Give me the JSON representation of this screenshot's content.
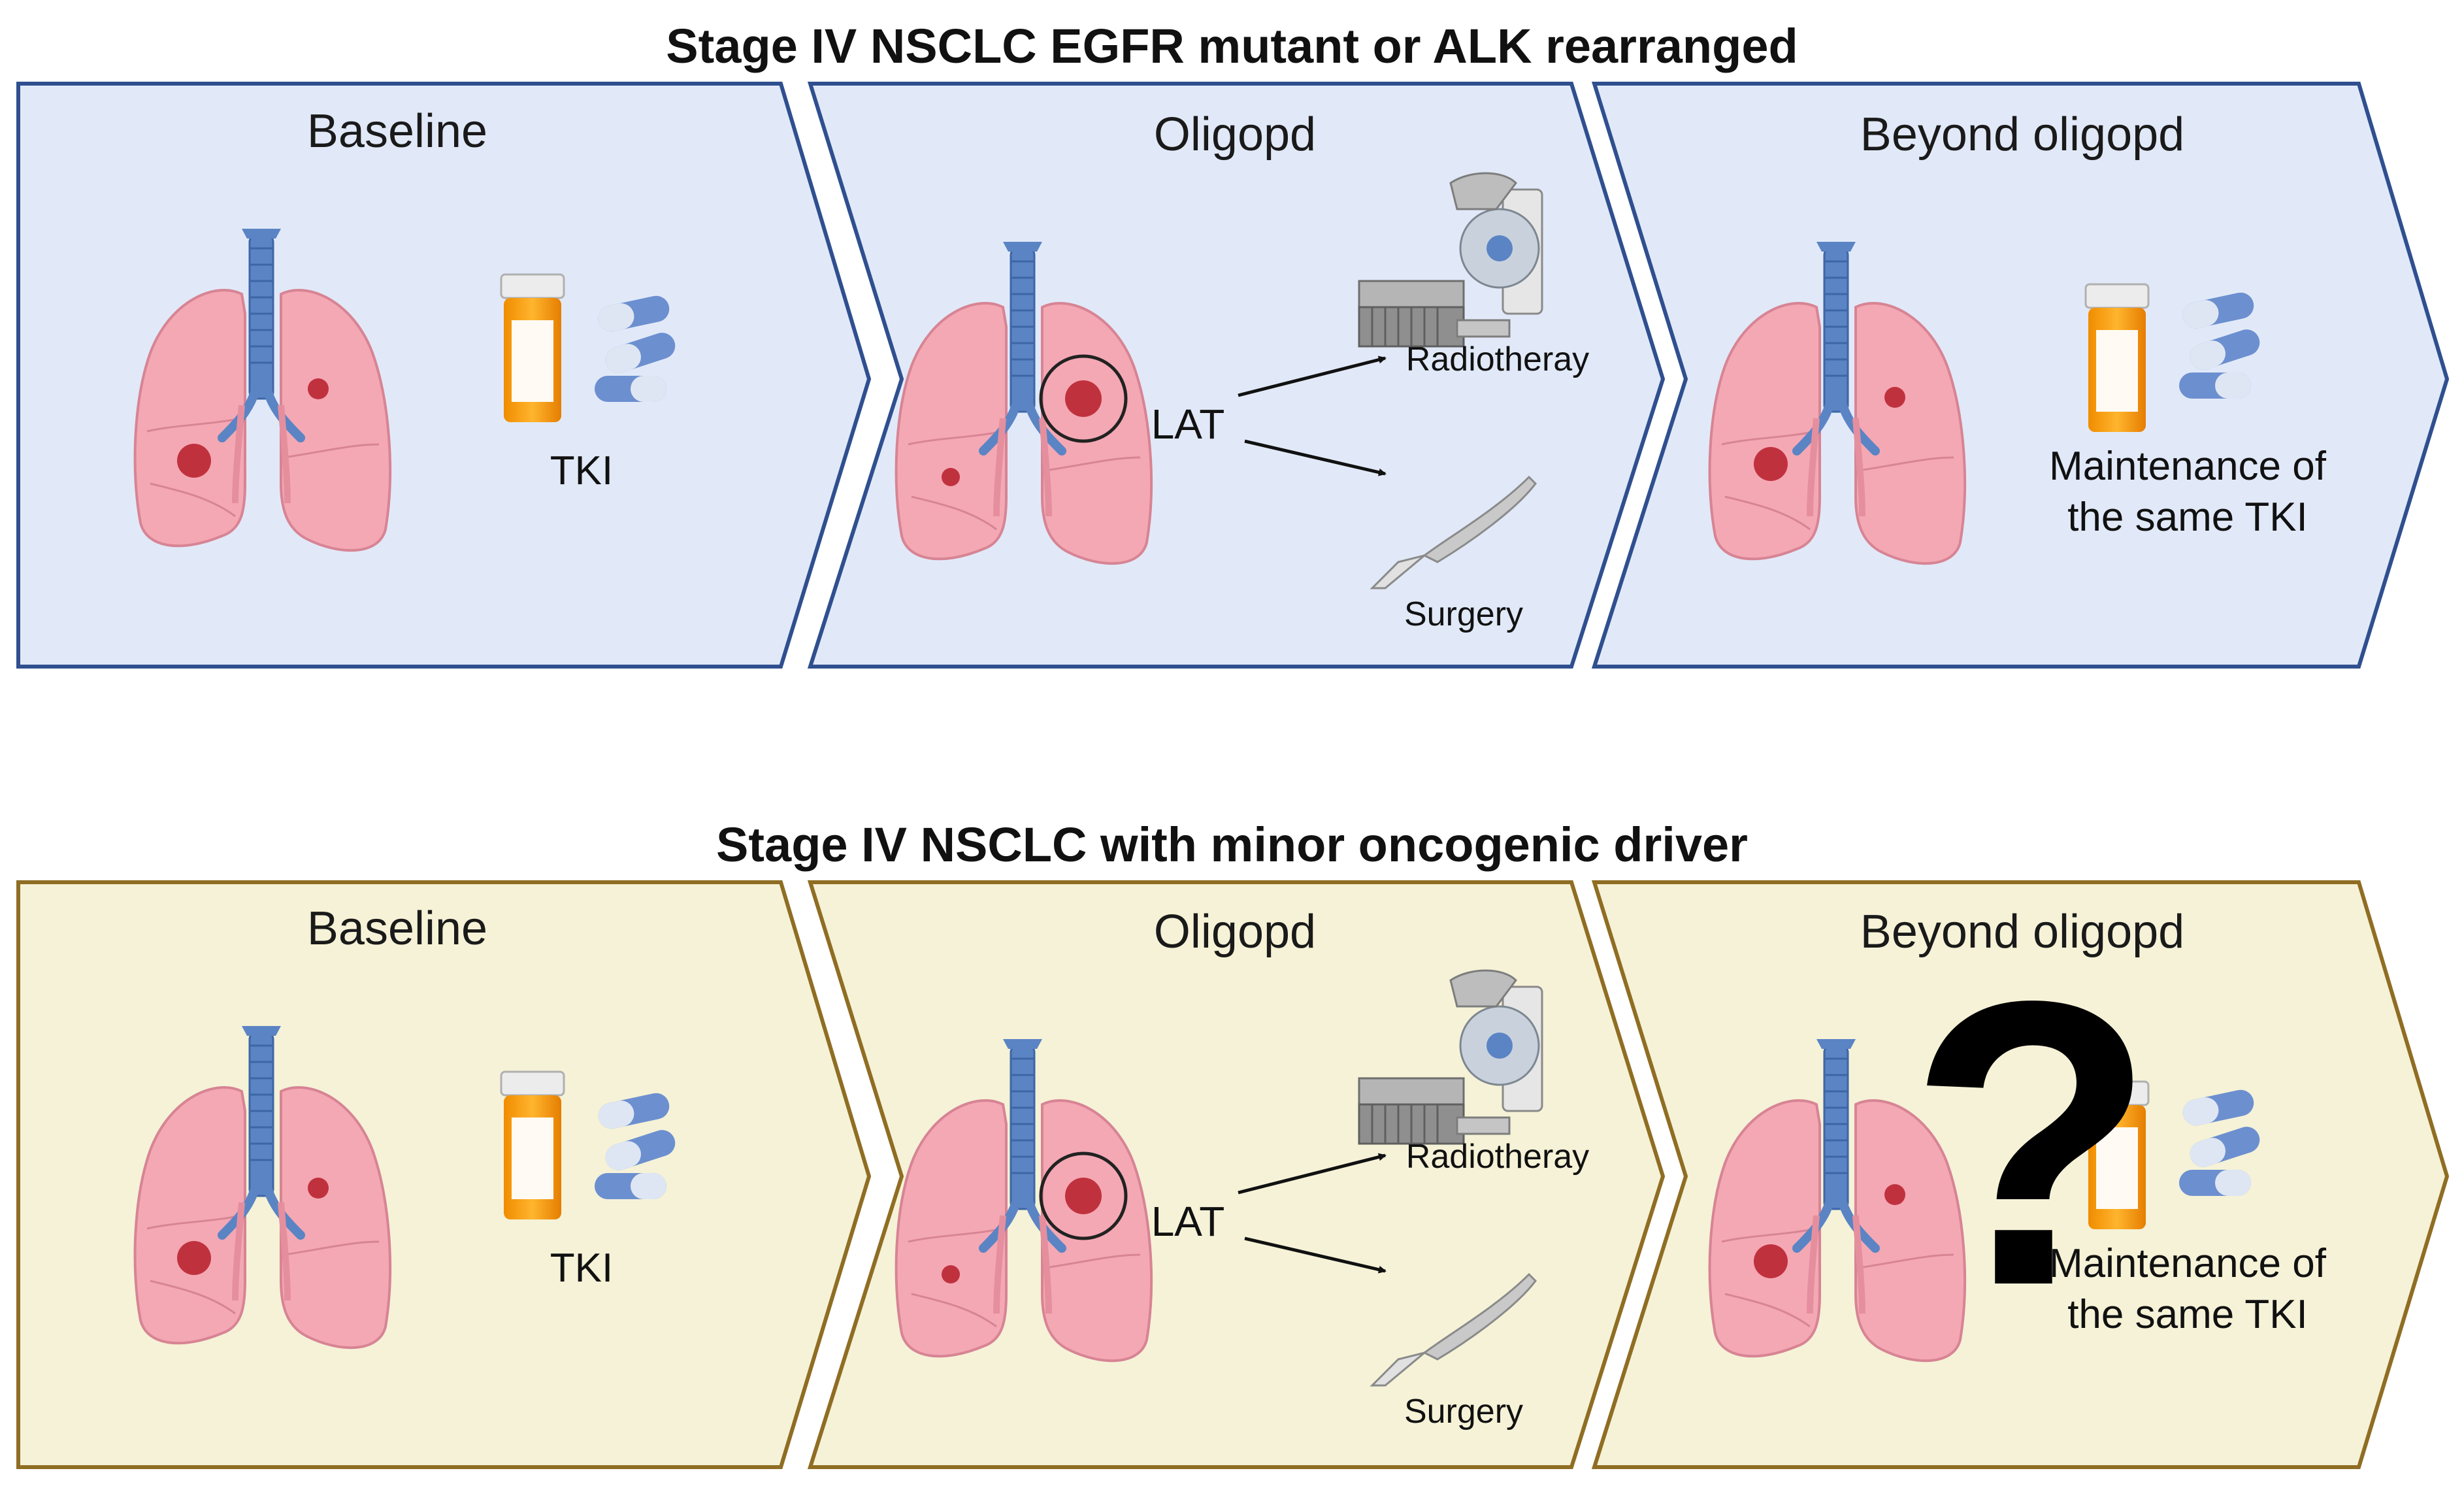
{
  "rows": [
    {
      "title": "Stage IV NSCLC EGFR mutant or ALK rearranged",
      "theme": {
        "fill": "#e1e9f8",
        "stroke": "#2f4f8f"
      },
      "stages": [
        {
          "label": "Baseline",
          "drug_label": "TKI"
        },
        {
          "label": "Oligopd",
          "lat_label": "LAT",
          "radio_label": "Radiotheray",
          "surgery_label": "Surgery"
        },
        {
          "label": "Beyond oligopd",
          "maint_line1": "Maintenance of",
          "maint_line2": "the same TKI"
        }
      ]
    },
    {
      "title": "Stage IV NSCLC with minor oncogenic driver",
      "theme": {
        "fill": "#f5f2d7",
        "stroke": "#8f6d23"
      },
      "stages": [
        {
          "label": "Baseline",
          "drug_label": "TKI"
        },
        {
          "label": "Oligopd",
          "lat_label": "LAT",
          "radio_label": "Radiotheray",
          "surgery_label": "Surgery"
        },
        {
          "label": "Beyond oligopd",
          "maint_line1": "Maintenance of",
          "maint_line2": "the same TKI",
          "unknown_mark": "?"
        }
      ]
    }
  ],
  "icons": [
    "lungs-icon",
    "pill-bottle-icon",
    "capsules-icon",
    "radiotherapy-machine-icon",
    "scalpel-icon",
    "question-mark-icon"
  ]
}
